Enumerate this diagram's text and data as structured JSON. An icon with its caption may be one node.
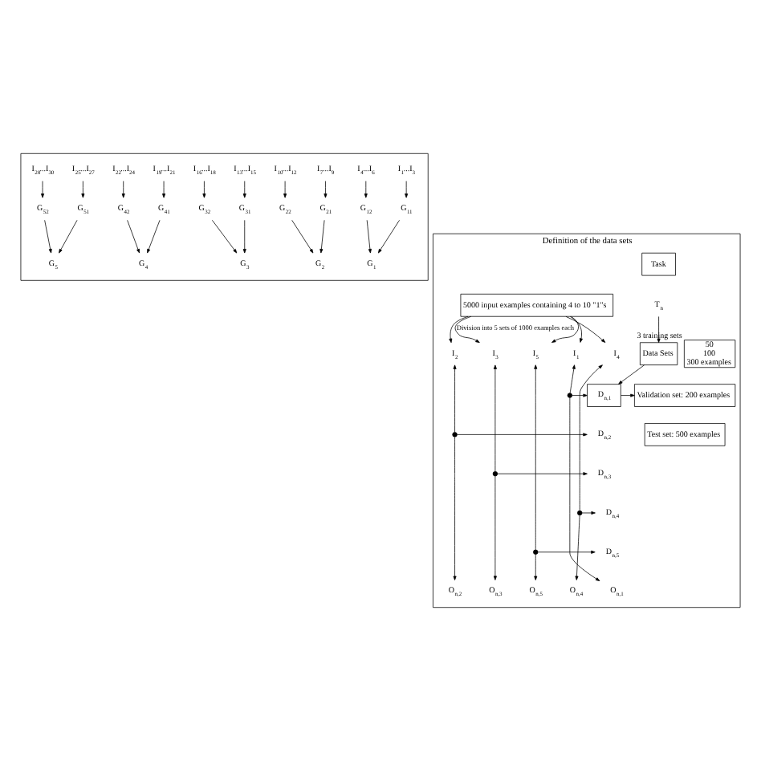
{
  "diagram": {
    "nodes": [
      {
        "text": [],
        "shape": "box"
      },
      {
        "text": [
          "I$_{1}$...I$_{3}$"
        ],
        "in": 0
      },
      {
        "text": [
          "I$_{4}$...I$_{6}$"
        ],
        "in": 0
      },
      {
        "text": [
          "I$_{7}$...I$_{9}$"
        ],
        "in": 0
      },
      {
        "text": [
          "I$_{10}$...I$_{12}$"
        ],
        "in": 0
      },
      {
        "text": [
          "I$_{13}$...I$_{15}$"
        ],
        "in": 0
      },
      {
        "text": [
          "I$_{16}$...I$_{18}$"
        ],
        "in": 0
      },
      {
        "text": [
          "I$_{19}$...I$_{21}$"
        ],
        "in": 0
      },
      {
        "text": [
          "I$_{22}$...I$_{24}$"
        ],
        "in": 0
      },
      {
        "text": [
          "I$_{25}$...I$_{27}$"
        ],
        "in": 0
      },
      {
        "text": [
          "I$_{28}$...I$_{30}$"
        ],
        "in": 0
      },
      {
        "text": [
          "G$_{11}$"
        ],
        "in": 0
      },
      {
        "text": [
          "G$_{12}$"
        ],
        "in": 0
      },
      {
        "text": [
          "G$_{21}$"
        ],
        "in": 0
      },
      {
        "text": [
          "G$_{22}$"
        ],
        "in": 0
      },
      {
        "text": [
          "G$_{31}$"
        ],
        "in": 0
      },
      {
        "text": [
          "G$_{32}$"
        ],
        "in": 0
      },
      {
        "text": [
          "G$_{41}$"
        ],
        "in": 0
      },
      {
        "text": [
          "G$_{42}$"
        ],
        "in": 0
      },
      {
        "text": [
          "G$_{51}$"
        ],
        "in": 0
      },
      {
        "text": [
          "G$_{52}$"
        ],
        "in": 0
      },
      {
        "text": [
          "G$_{1}$"
        ],
        "in": 0
      },
      {
        "text": [
          "G$_{2}$"
        ],
        "in": 0
      },
      {
        "text": [
          "G$_{3}$"
        ],
        "in": 0
      },
      {
        "text": [
          "G$_{4}$"
        ],
        "in": 0
      },
      {
        "text": [
          "G$_{5}$"
        ],
        "in": 0
      },
      {
        "text": [
          "Definition of the data sets"
        ]
      },
      {
        "text": [
          "5000 input examples containing 4 to 10 \"1\"s"
        ],
        "in": 26
      },
      {
        "text": [
          "Task"
        ],
        "in": 26
      },
      {
        "text": [
          "T$_{n}$"
        ],
        "in": 26
      },
      {
        "text": [
          "50",
          "100",
          "300 examples"
        ],
        "beside": [
          "3 training sets"
        ],
        "in": 26
      },
      {
        "text": [
          "Data Sets"
        ],
        "in": 26
      },
      {
        "text": [
          "I$_{1}$"
        ],
        "in": 26
      },
      {
        "text": [
          "I$_{2}$"
        ],
        "in": 26
      },
      {
        "text": [
          "I$_{3}$"
        ],
        "in": 26
      },
      {
        "text": [
          "I$_{4}$"
        ],
        "in": 26
      },
      {
        "text": [
          "I$_{5}$"
        ],
        "in": 26
      },
      {
        "text": [],
        "shape": "circle",
        "in": 26
      },
      {
        "text": [],
        "shape": "circle",
        "in": 26
      },
      {
        "text": [],
        "shape": "circle",
        "in": 26
      },
      {
        "text": [],
        "shape": "circle",
        "in": 26
      },
      {
        "text": [],
        "shape": "circle",
        "in": 26
      },
      {
        "text": [
          "D$_{n,1}$"
        ],
        "in": 26
      },
      {
        "text": [
          "D$_{n,2}$"
        ],
        "in": 26
      },
      {
        "text": [
          "D$_{n,3}$"
        ],
        "in": 26
      },
      {
        "text": [
          "D$_{n,4}$"
        ],
        "in": 26
      },
      {
        "text": [
          "D$_{n,5}$"
        ],
        "in": 26
      },
      {
        "text": [
          "Validation set: 200 examples"
        ],
        "in": 26
      },
      {
        "text": [
          "Test set: 500 examples"
        ],
        "in": 26
      },
      {
        "text": [
          "O$_{n,1}$"
        ],
        "in": 26
      },
      {
        "text": [
          "O$_{n,2}$"
        ],
        "in": 26
      },
      {
        "text": [
          "O$_{n,3}$"
        ],
        "in": 26
      },
      {
        "text": [
          "O$_{n,4}$"
        ],
        "in": 26
      },
      {
        "text": [
          "O$_{n,5}$"
        ],
        "in": 26
      }
    ],
    "edges": [
      {
        "from": 1,
        "to": 11,
        "arrow": "to"
      },
      {
        "from": 2,
        "to": 12,
        "arrow": "to"
      },
      {
        "from": 3,
        "to": 13,
        "arrow": "to"
      },
      {
        "from": 4,
        "to": 14,
        "arrow": "to"
      },
      {
        "from": 5,
        "to": 15,
        "arrow": "to"
      },
      {
        "from": 6,
        "to": 16,
        "arrow": "to"
      },
      {
        "from": 7,
        "to": 17,
        "arrow": "to"
      },
      {
        "from": 8,
        "to": 18,
        "arrow": "to"
      },
      {
        "from": 9,
        "to": 19,
        "arrow": "to"
      },
      {
        "from": 10,
        "to": 20,
        "arrow": "to"
      },
      {
        "from": 11,
        "to": 21,
        "arrow": "to"
      },
      {
        "from": 12,
        "to": 21,
        "arrow": "to"
      },
      {
        "from": 13,
        "to": 22,
        "arrow": "to"
      },
      {
        "from": 14,
        "to": 22,
        "arrow": "to"
      },
      {
        "from": 15,
        "to": 23,
        "arrow": "to"
      },
      {
        "from": 16,
        "to": 23,
        "arrow": "to"
      },
      {
        "from": 17,
        "to": 24,
        "arrow": "to"
      },
      {
        "from": 18,
        "to": 24,
        "arrow": "to"
      },
      {
        "from": 19,
        "to": 25,
        "arrow": "to"
      },
      {
        "from": 20,
        "to": 25,
        "arrow": "to"
      },
      {
        "from": 27,
        "to": 32,
        "arrow": "to"
      },
      {
        "from": 27,
        "to": 33,
        "arrow": "to"
      },
      {
        "from": 27,
        "to": 34,
        "arrow": "to",
        "label": "Division into 5 sets of 1000 examples each"
      },
      {
        "from": 27,
        "to": 35,
        "arrow": "to"
      },
      {
        "from": 27,
        "to": 36,
        "arrow": "to"
      },
      {
        "from": 29,
        "to": 31,
        "arrow": "to"
      },
      {
        "from": 31,
        "to": 42,
        "arrow": "to"
      },
      {
        "from": 37,
        "to": 32,
        "arrow": "to"
      },
      {
        "from": 37,
        "to": 49,
        "arrow": "to"
      },
      {
        "from": 37,
        "to": 42,
        "arrow": "to"
      },
      {
        "from": 38,
        "to": 33,
        "arrow": "to"
      },
      {
        "from": 38,
        "to": 50,
        "arrow": "to"
      },
      {
        "from": 38,
        "to": 43,
        "arrow": "to"
      },
      {
        "from": 39,
        "to": 34,
        "arrow": "to"
      },
      {
        "from": 39,
        "to": 51,
        "arrow": "to"
      },
      {
        "from": 39,
        "to": 44,
        "arrow": "to"
      },
      {
        "from": 40,
        "to": 35,
        "arrow": "to"
      },
      {
        "from": 40,
        "to": 52,
        "arrow": "to"
      },
      {
        "from": 40,
        "to": 45,
        "arrow": "to"
      },
      {
        "from": 41,
        "to": 36,
        "arrow": "to"
      },
      {
        "from": 41,
        "to": 53,
        "arrow": "to"
      },
      {
        "from": 41,
        "to": 46,
        "arrow": "to"
      },
      {
        "from": 42,
        "to": 47,
        "arrow": "to"
      }
    ]
  }
}
